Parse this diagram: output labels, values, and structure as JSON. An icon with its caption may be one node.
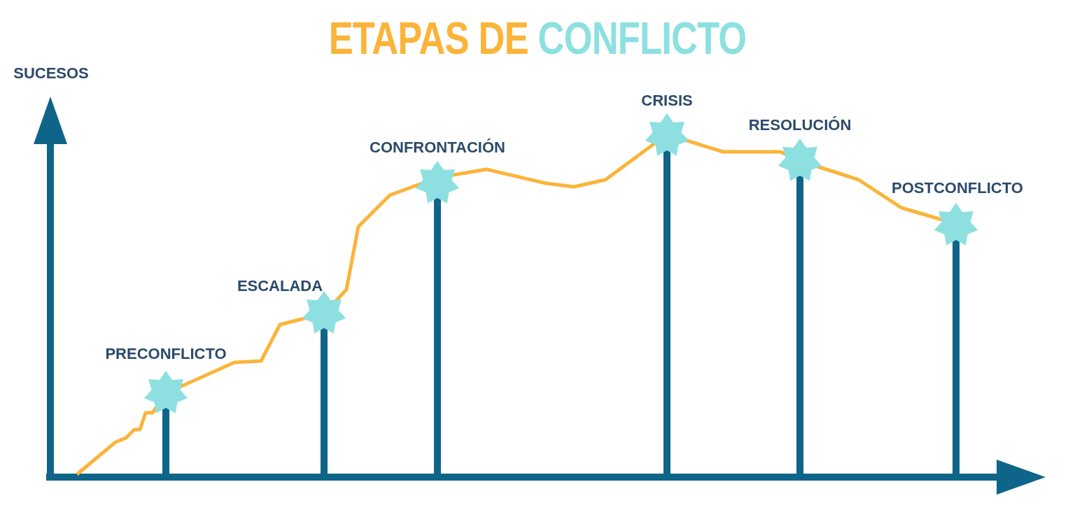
{
  "diagram": {
    "title": "ETAPAS DE CONFLICTO",
    "labels": [
      "SUCESOS",
      "PRECONFLICTO",
      "ESCALADA",
      "CONFRONTACIÓN",
      "CRISIS",
      "RESOLUCIÓN",
      "POSTCONFLICTO"
    ]
  }
}
